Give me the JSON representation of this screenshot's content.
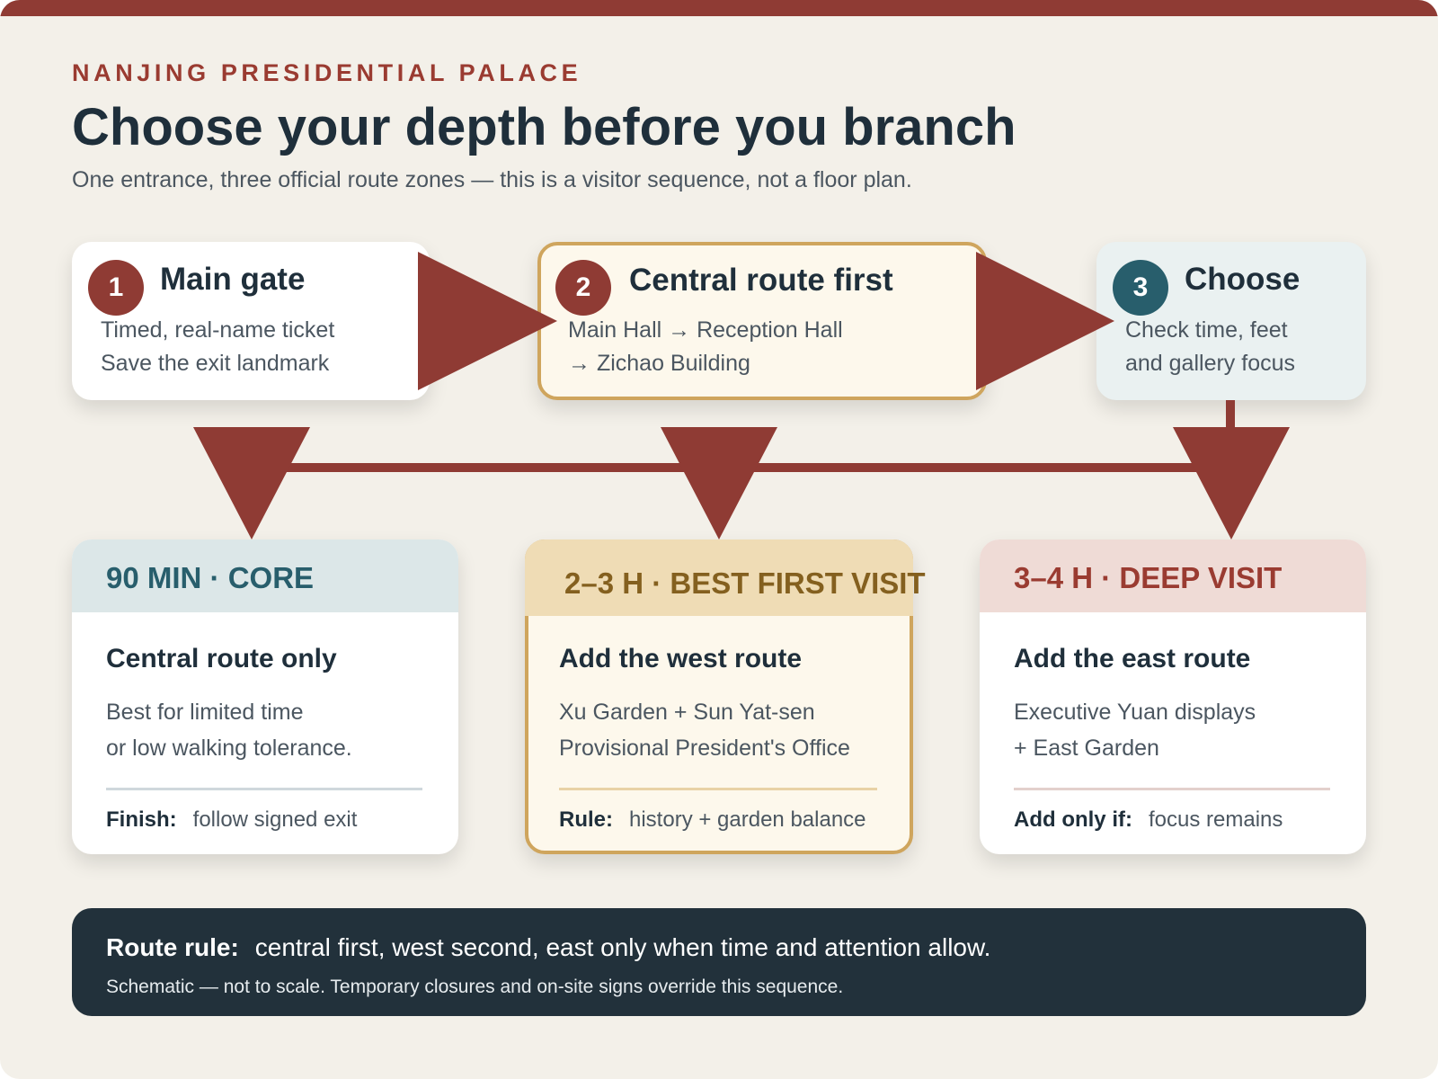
{
  "header": {
    "eyebrow": "NANJING PRESIDENTIAL PALACE",
    "title": "Choose your depth before you branch",
    "subtitle": "One entrance, three official route zones — this is a visitor sequence, not a floor plan."
  },
  "steps": [
    {
      "number": "1",
      "title": "Main gate",
      "lines": [
        "Timed, real-name ticket",
        "Save the exit landmark"
      ]
    },
    {
      "number": "2",
      "title": "Central route first",
      "lines": [
        "Main Hall → Reception Hall",
        "→ Zichao Building"
      ]
    },
    {
      "number": "3",
      "title": "Choose",
      "lines": [
        "Check time, feet",
        "and gallery focus"
      ]
    }
  ],
  "options": [
    {
      "tag": "90 MIN · CORE",
      "title": "Central route only",
      "lines": [
        "Best for limited time",
        "or low walking tolerance."
      ],
      "foot_label": "Finish:",
      "foot_value": "follow signed exit"
    },
    {
      "tag": "2–3 H · BEST FIRST VISIT",
      "title": "Add the west route",
      "lines": [
        "Xu Garden + Sun Yat-sen",
        "Provisional President's Office"
      ],
      "foot_label": "Rule:",
      "foot_value": "history + garden balance"
    },
    {
      "tag": "3–4 H · DEEP VISIT",
      "title": "Add the east route",
      "lines": [
        "Executive Yuan displays",
        "+ East Garden"
      ],
      "foot_label": "Add only if:",
      "foot_value": "focus remains"
    }
  ],
  "footer": {
    "rule_label": "Route rule:",
    "rule_text": "central first, west second, east only when time and attention allow.",
    "note": "Schematic — not to scale. Temporary closures and on-site signs override this sequence."
  },
  "colors": {
    "accent_red": "#8f3b34",
    "accent_teal": "#285e6c",
    "accent_gold": "#cfa55d",
    "background": "#f3f0e9",
    "footer_bg": "#22313b"
  }
}
